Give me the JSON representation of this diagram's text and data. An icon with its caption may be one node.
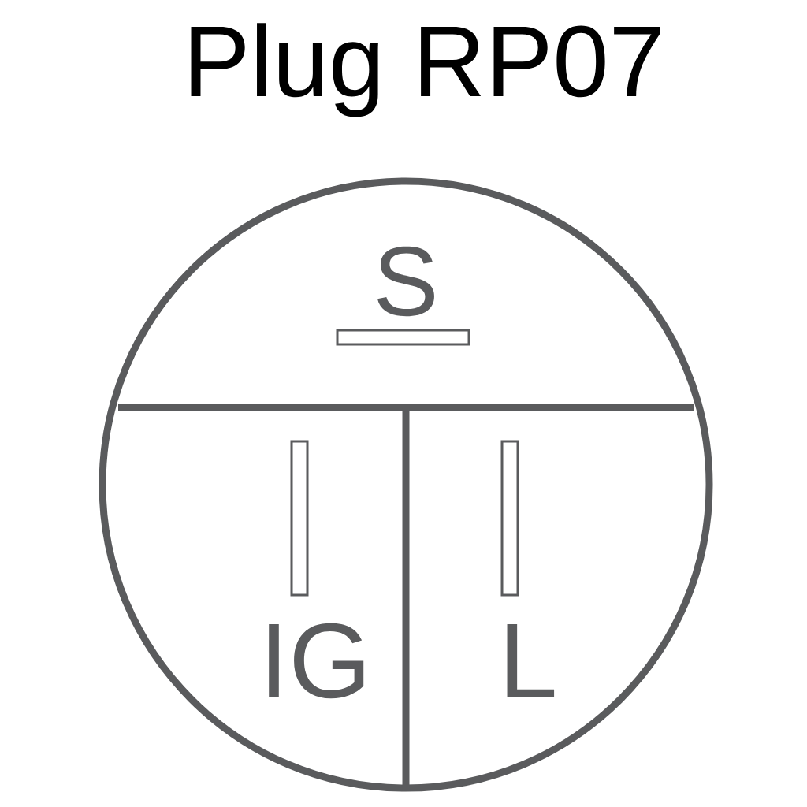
{
  "diagram": {
    "title": "Plug RP07",
    "labels": [
      "S",
      "IG",
      "L"
    ]
  }
}
